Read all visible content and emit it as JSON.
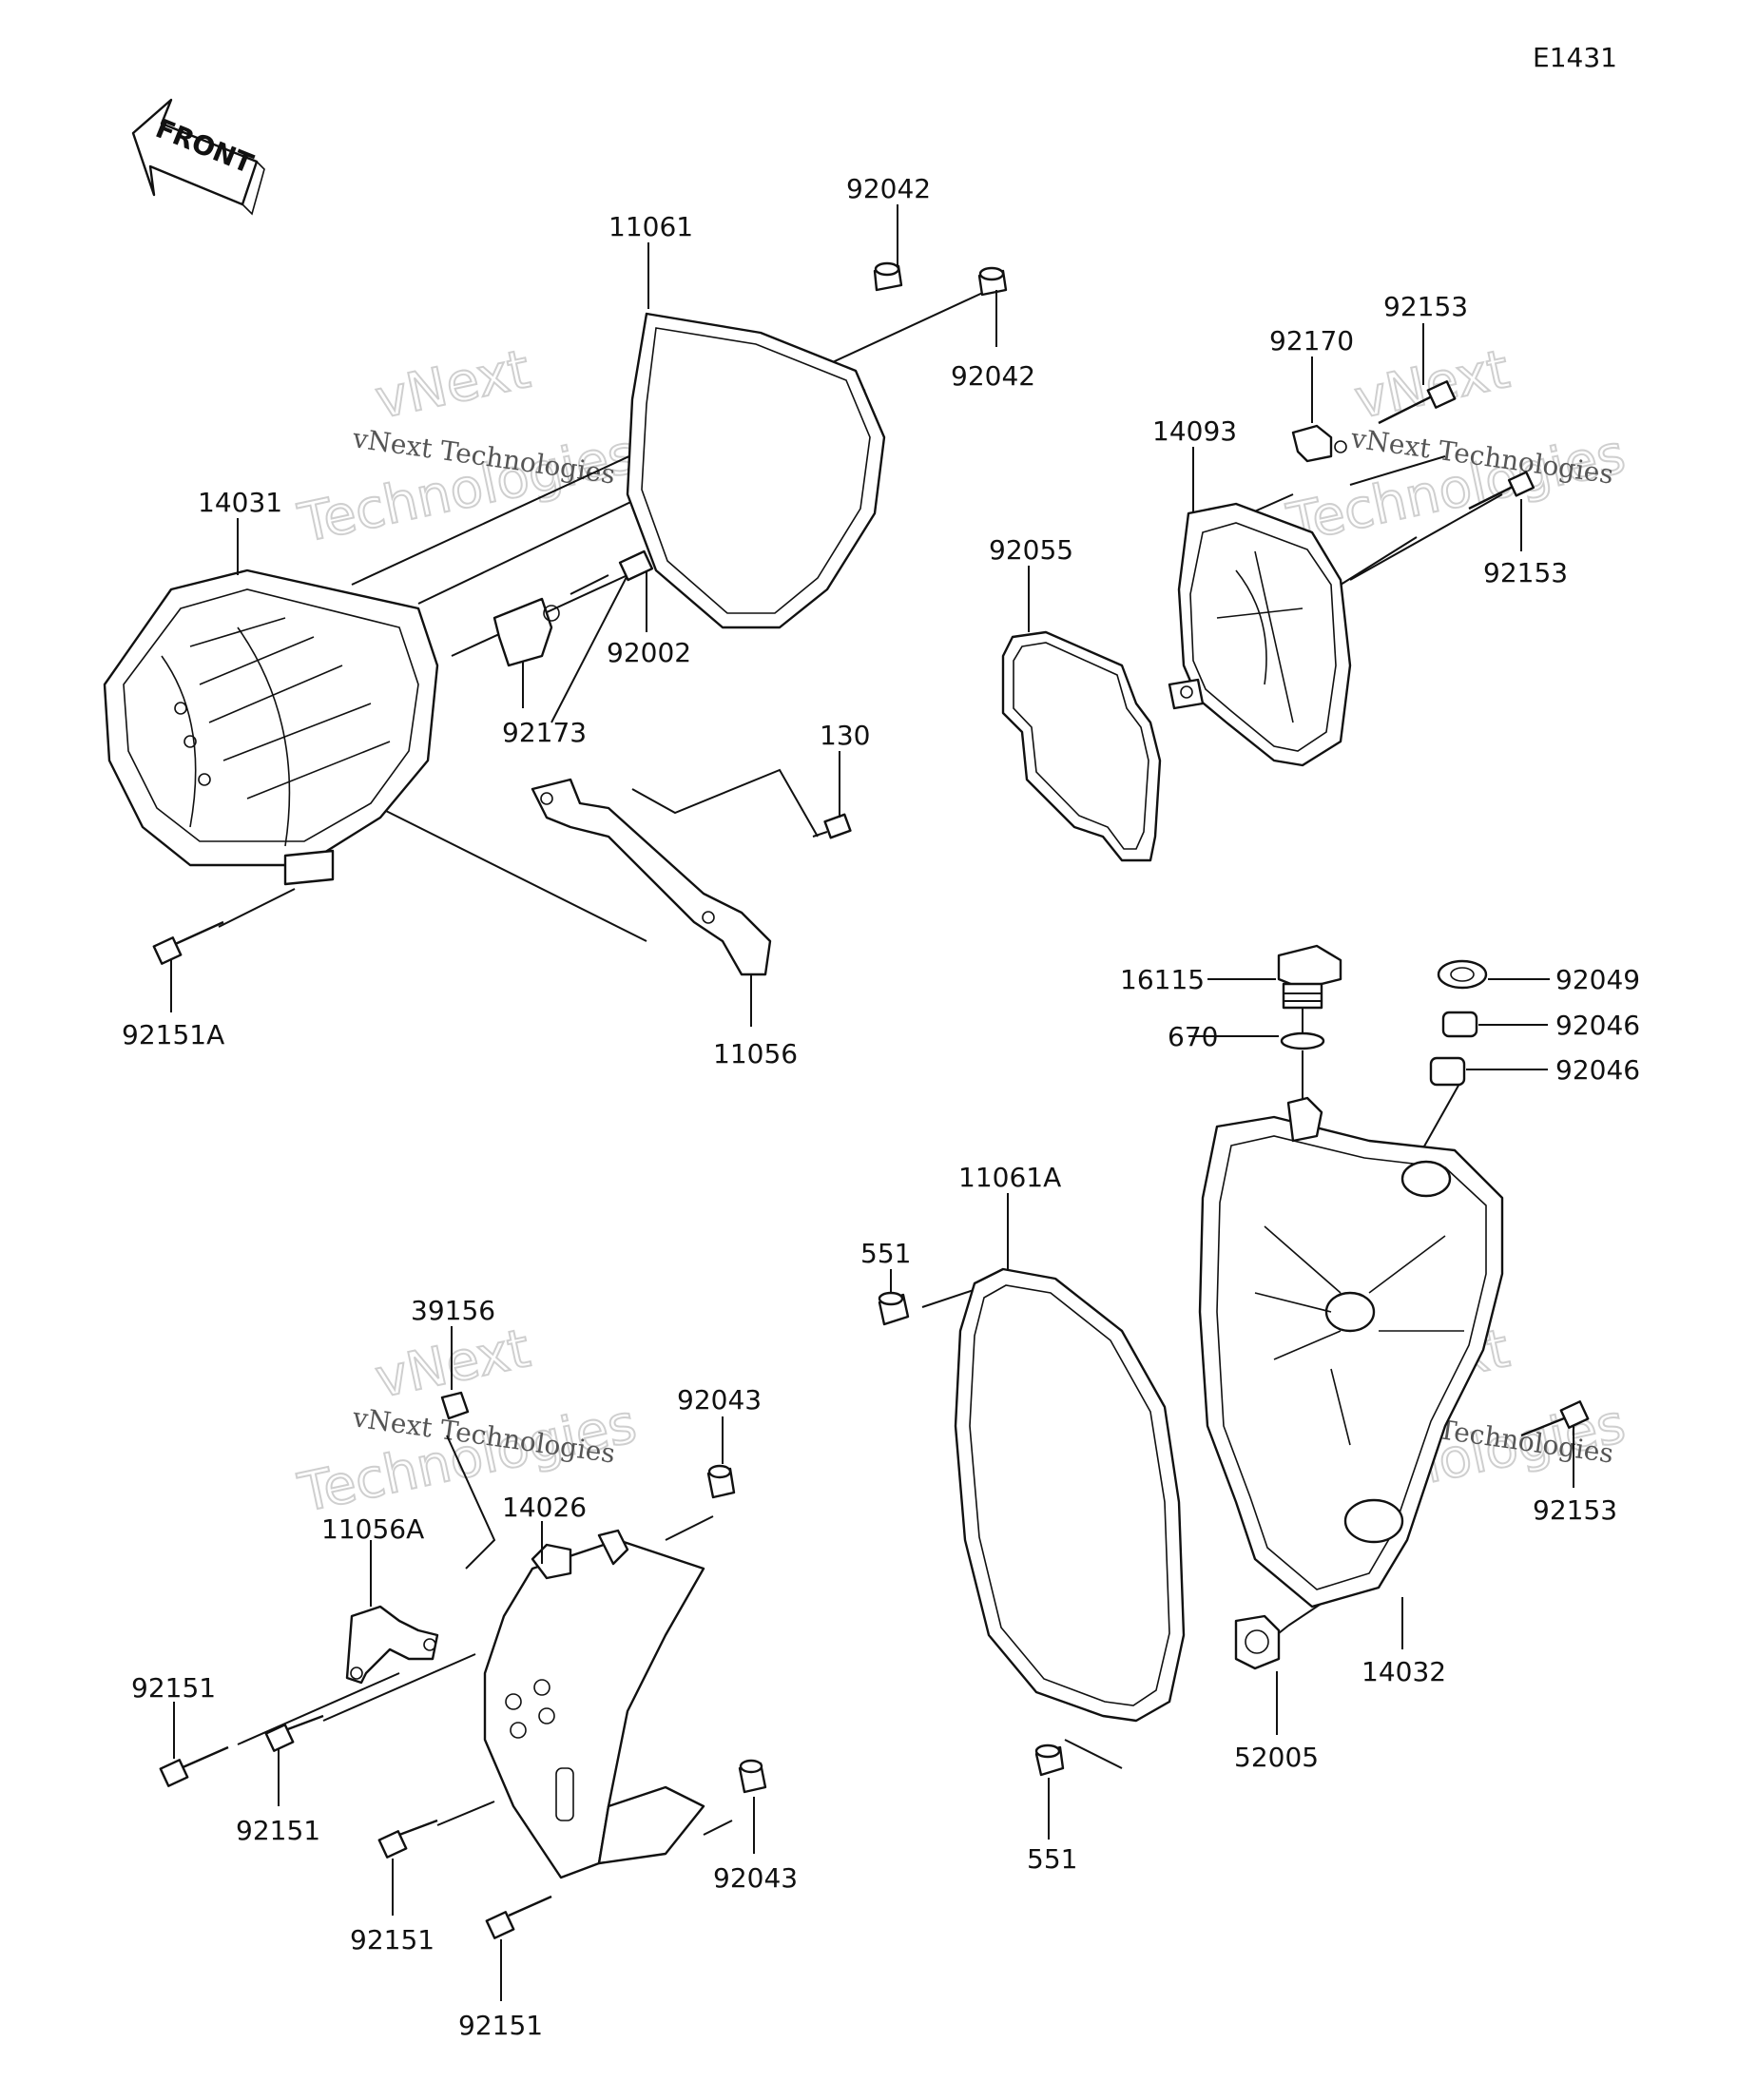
{
  "diagram_id": "E1431",
  "orientation_label": "FRONT",
  "watermark": {
    "line1": "vNext",
    "line2": "Technologies",
    "caption": "vNext Technologies"
  },
  "part_numbers": {
    "p92042a": "92042",
    "p92042b": "92042",
    "p11061": "11061",
    "p14031": "14031",
    "p92002": "92002",
    "p92173": "92173",
    "p130": "130",
    "p11056": "11056",
    "p92151A": "92151A",
    "p92153a": "92153",
    "p92170": "92170",
    "p14093": "14093",
    "p92153b": "92153",
    "p92055": "92055",
    "p16115": "16115",
    "p670": "670",
    "p92049": "92049",
    "p92046a": "92046",
    "p92046b": "92046",
    "p11061A": "11061A",
    "p551a": "551",
    "p551b": "551",
    "p14032": "14032",
    "p92153c": "92153",
    "p52005": "52005",
    "p39156": "39156",
    "p92043a": "92043",
    "p14026": "14026",
    "p11056A": "11056A",
    "p92151a": "92151",
    "p92151b": "92151",
    "p92151c": "92151",
    "p92151d": "92151",
    "p92043b": "92043"
  }
}
